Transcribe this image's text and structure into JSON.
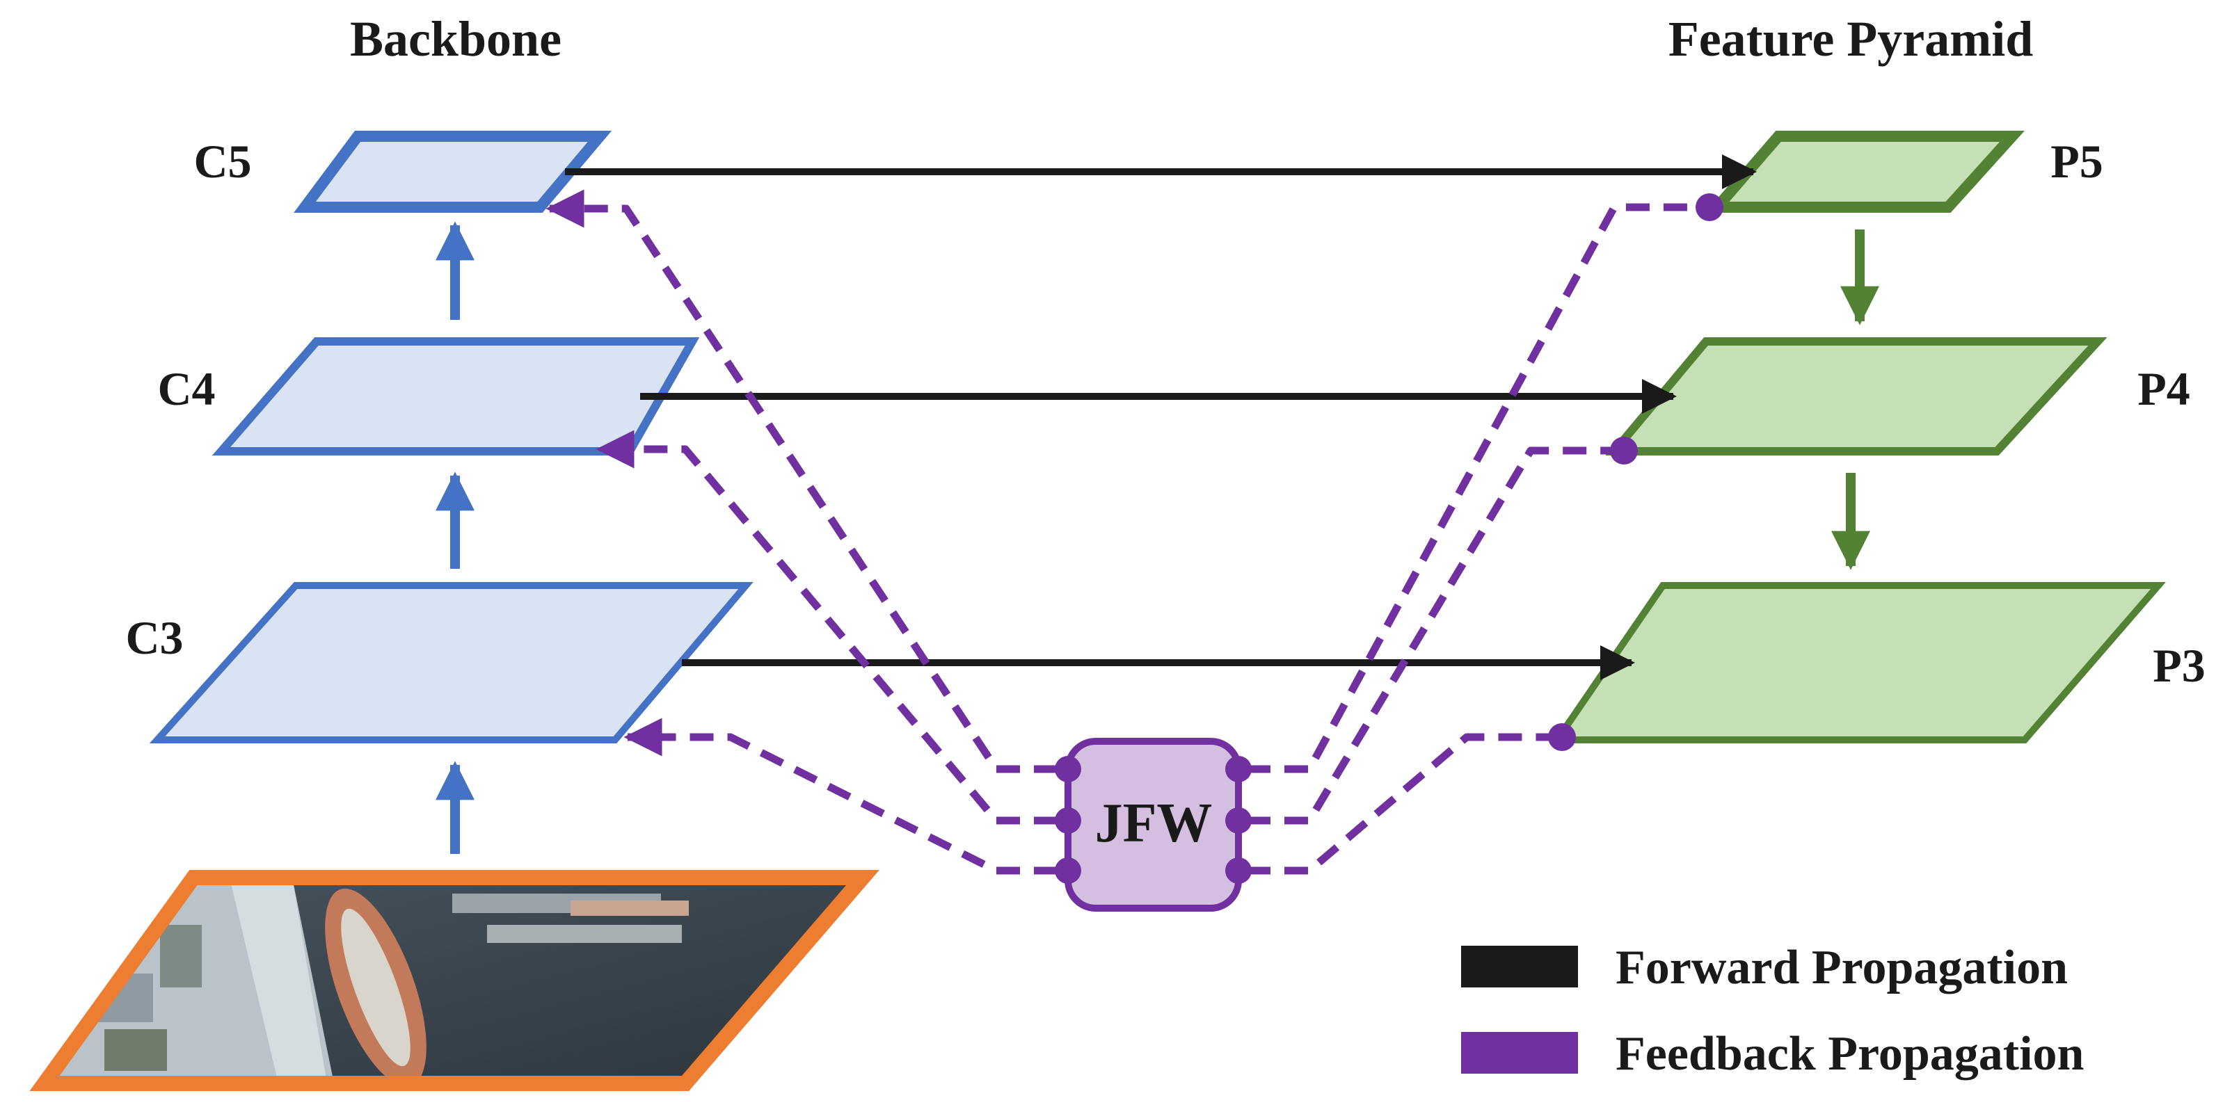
{
  "titles": {
    "backbone": "Backbone",
    "pyramid": "Feature Pyramid"
  },
  "backbone_levels": [
    "C5",
    "C4",
    "C3"
  ],
  "pyramid_levels": [
    "P5",
    "P4",
    "P3"
  ],
  "module": "JFW",
  "legend": [
    {
      "label": "Forward Propagation",
      "color": "#1a1a1a"
    },
    {
      "label": "Feedback Propagation",
      "color": "#7030a0"
    }
  ],
  "colors": {
    "backbone_stroke": "#4472c4",
    "backbone_fill": "#dae3f3",
    "pyramid_stroke": "#548235",
    "pyramid_fill": "#c5e0b4",
    "input_border": "#ed7d31",
    "module_fill": "#d5bfe0",
    "module_stroke": "#7030a0",
    "forward": "#1a1a1a",
    "feedback": "#7030a0"
  }
}
